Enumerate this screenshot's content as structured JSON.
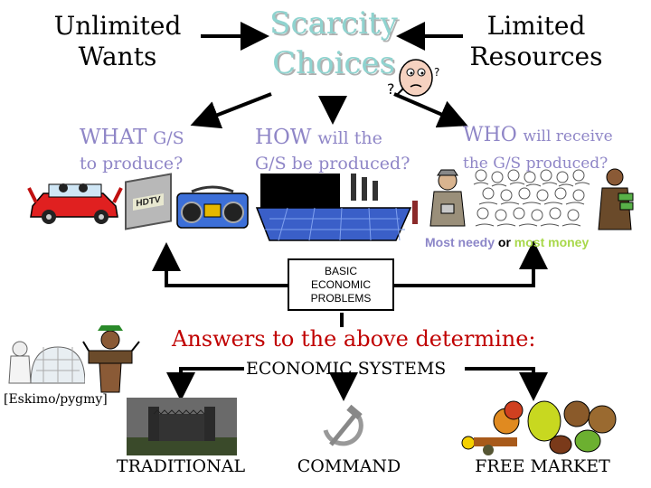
{
  "top": {
    "left_title_line1": "Unlimited",
    "left_title_line2": "Wants",
    "center_title_line1": "Scarcity",
    "center_title_line2": "Choices",
    "right_title_line1": "Limited",
    "right_title_line2": "Resources"
  },
  "questions": {
    "what_word": "WHAT",
    "what_rest_line1": "G/S",
    "what_line2": "to produce?",
    "how_word": "HOW",
    "how_rest_line1": "will the",
    "how_line2": "G/S be produced?",
    "who_word": "WHO",
    "who_rest_line1": "will receive",
    "who_line2": "the G/S produced?"
  },
  "distribution": {
    "needy": "Most needy",
    "or": "or",
    "money": "most money"
  },
  "center_box": {
    "line1": "BASIC",
    "line2": "ECONOMIC",
    "line3": "PROBLEMS"
  },
  "answers_heading": "Answers to the above determine:",
  "systems_heading": "ECONOMIC SYSTEMS",
  "eskimo_label": "[Eskimo/pygmy]",
  "systems": {
    "traditional": "TRADITIONAL",
    "command": "COMMAND",
    "free_market": "FREE MARKET"
  },
  "tv_text": "HDTV",
  "colors": {
    "scarcity_teal": "#8fd3cf",
    "question_purple": "#8f86c7",
    "answers_red": "#c00000",
    "needy_purple": "#8c86c8",
    "money_green": "#a8d84a",
    "car_red": "#e02020",
    "factory_blue": "#3a5fc8"
  }
}
